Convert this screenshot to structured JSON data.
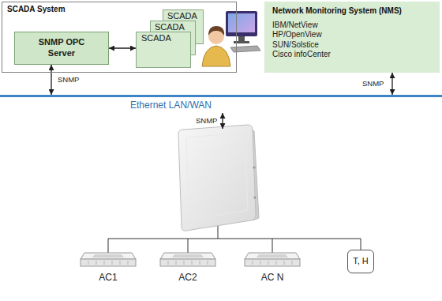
{
  "diagram": {
    "nodes": [
      {
        "text": [
          "SCADA System"
        ]
      },
      {
        "text": [
          "SNMP OPC Server"
        ],
        "in": 0
      },
      {
        "text": [
          "SCADA"
        ],
        "in": 0
      },
      {
        "text": [
          "SCADA"
        ],
        "in": 0
      },
      {
        "text": [
          "SCADA"
        ],
        "in": 0
      },
      {
        "text": [
          "Network Monitoring System (NMS)",
          "IBM/NetView",
          "HP/OpenView",
          "SUN/Solstice",
          "Cisco infoCenter"
        ]
      },
      {
        "text": [
          "Ethernet LAN/WAN"
        ]
      },
      {
        "text": [
          "T, H"
        ]
      }
    ],
    "edges": [
      {
        "from": 1,
        "to": 4,
        "arrow": "both"
      },
      {
        "from": 1,
        "to": 6,
        "label": "SNMP",
        "arrow": "both"
      },
      {
        "from": 5,
        "to": 6,
        "label": "SNMP",
        "arrow": "both"
      }
    ],
    "labels": [
      "SNMP",
      "AC1",
      "AC2",
      "AC N"
    ]
  }
}
